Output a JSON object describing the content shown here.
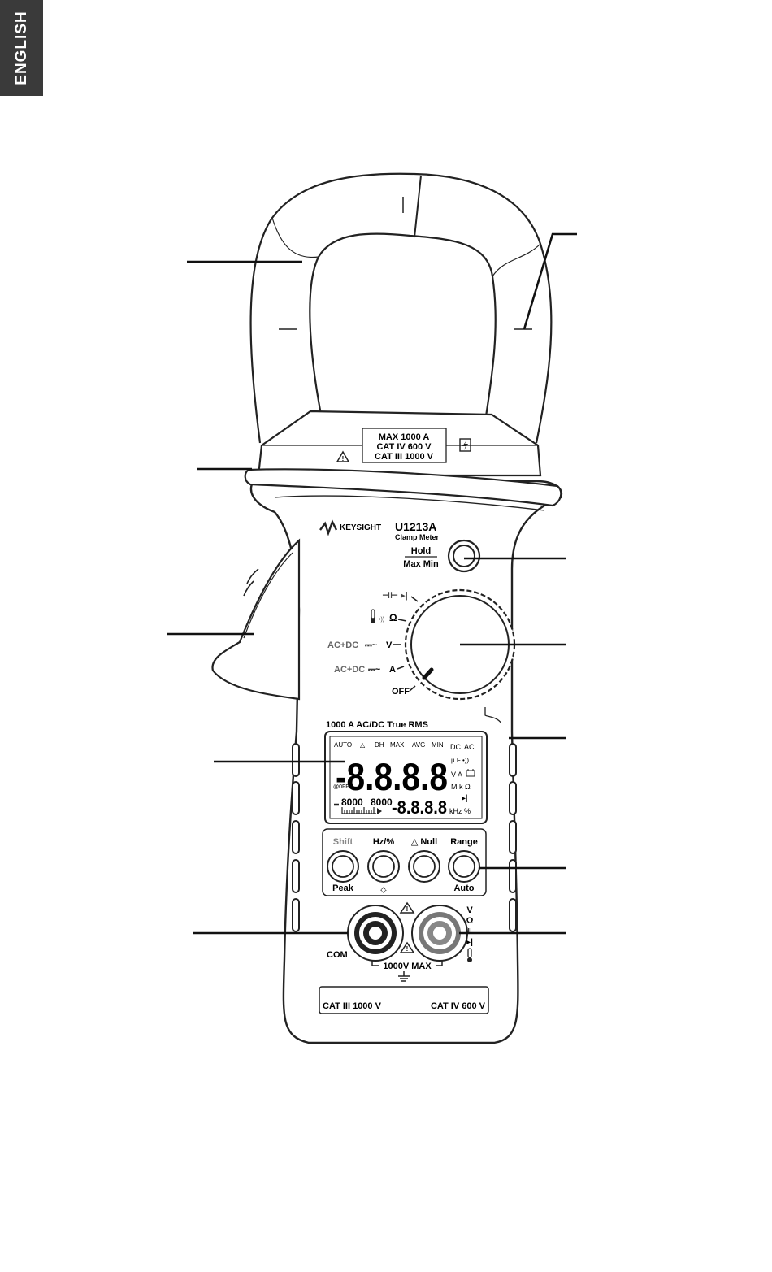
{
  "language_tab": "ENGLISH",
  "jaw_label": {
    "line1": "MAX 1000 A",
    "line2": "CAT IV 600 V",
    "line3": "CAT III 1000 V"
  },
  "brand": "KEYSIGHT",
  "model": "U1213A",
  "model_sub": "Clamp Meter",
  "hold_button": {
    "top": "Hold",
    "bottom": "Max Min"
  },
  "dial": {
    "cap_diode": "⊣⊢ ▸|",
    "temp_ohm": "Ω",
    "voltage_acdc": "AC+DC",
    "voltage_unit": "V",
    "current_acdc": "AC+DC",
    "current_unit": "A",
    "off": "OFF"
  },
  "display": {
    "heading": "1000 A AC/DC True RMS",
    "annunciators": [
      "AUTO",
      "△",
      "DH",
      "MAX",
      "AVG",
      "MIN",
      "DC",
      "AC"
    ],
    "main_digits": "-8.8.8.8",
    "secondary_digits": "-8.8.8.8",
    "units_row1": "µ F •))",
    "units_row2": "V A",
    "units_row3": "M k Ω",
    "units_row4": "kHz %",
    "auto_off": "@0FF",
    "small_1": "8000",
    "small_2": "8000"
  },
  "buttons": [
    {
      "top": "Shift",
      "bottom": "Peak"
    },
    {
      "top": "Hz/%",
      "bottom": "☼"
    },
    {
      "top": "△ Null",
      "bottom": ""
    },
    {
      "top": "Range",
      "bottom": "Auto"
    }
  ],
  "terminals": {
    "com_label": "COM",
    "input_labels": [
      "V",
      "Ω",
      "⊣⊢",
      "▸|"
    ],
    "max_label": "1000V MAX"
  },
  "bottom_band": {
    "left": "CAT III 1000 V",
    "right": "CAT IV 600 V"
  }
}
